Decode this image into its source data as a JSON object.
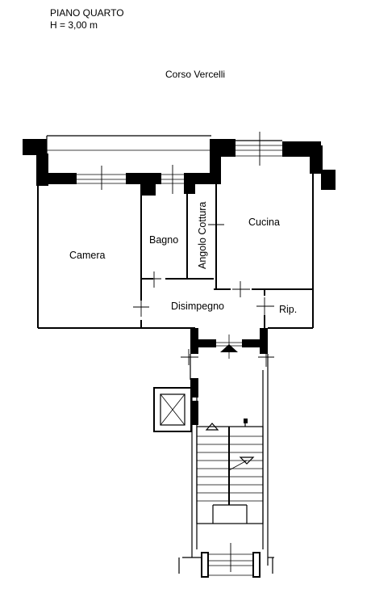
{
  "header": {
    "floor": "PIANO QUARTO",
    "height": "H = 3,00 m"
  },
  "street": "Corso Vercelli",
  "rooms": {
    "camera": "Camera",
    "bagno": "Bagno",
    "angolo_cottura": "Angolo Cottura",
    "cucina": "Cucina",
    "disimpegno": "Disimpegno",
    "ripostiglio": "Rip."
  }
}
